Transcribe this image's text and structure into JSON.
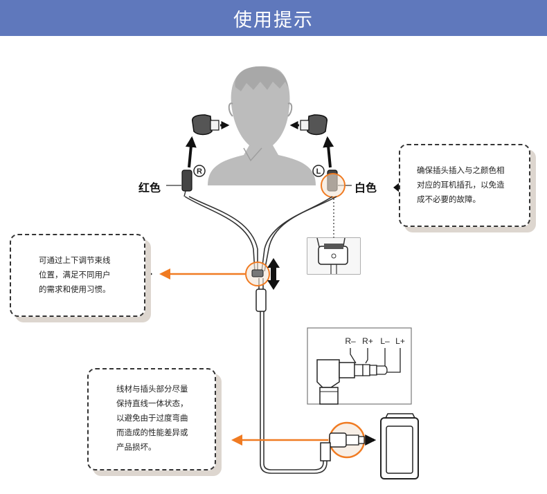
{
  "header": {
    "title": "使用提示"
  },
  "labels": {
    "left_channel_circle": "R",
    "right_channel_circle": "L",
    "left_color": "红色",
    "right_color": "白色"
  },
  "callouts": {
    "top_right": [
      "确保插头插入与之颜色相",
      "对应的耳机插孔，以免造",
      "成不必要的故障。"
    ],
    "middle_left": [
      "可通过上下调节束线",
      "位置，满足不同用户",
      "的需求和使用习惯。"
    ],
    "bottom_left": [
      "线材与插头部分尽量",
      "保持直线一体状态，",
      "以避免由于过度弯曲",
      "而造成的性能差异或",
      "产品损坏。"
    ]
  },
  "plug_pins": [
    "R–",
    "R+",
    "L–",
    "L+"
  ],
  "colors": {
    "header_bg": "#5f78bc",
    "accent_orange": "#f07b22",
    "head_gray": "#bcbcbc",
    "shadow": "#ddd6cf"
  }
}
